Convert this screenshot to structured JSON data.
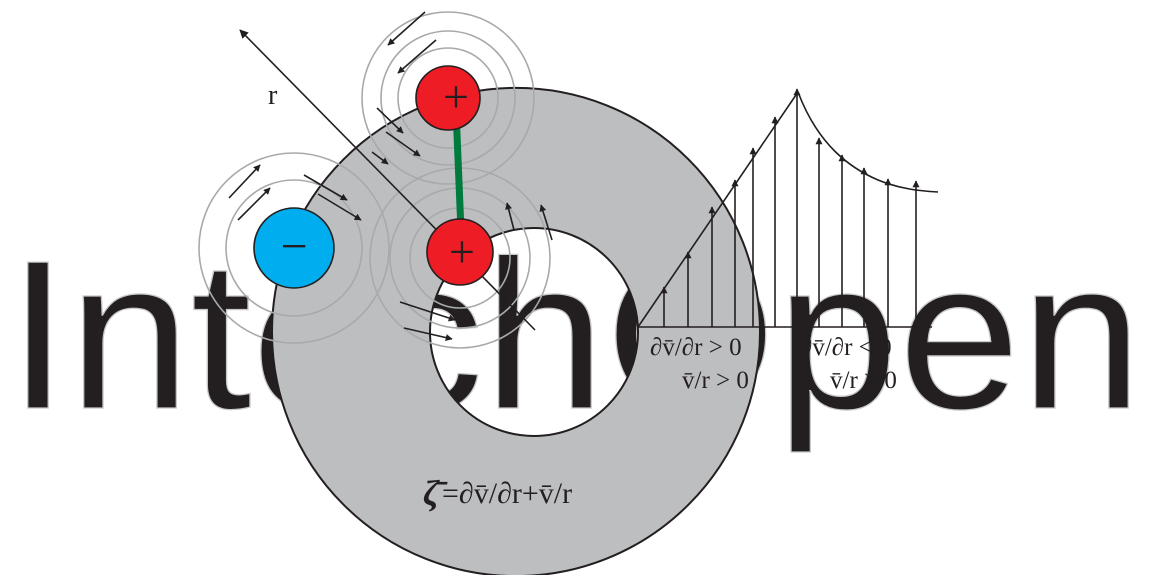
{
  "watermark": {
    "text": "IntechOpen"
  },
  "labels": {
    "radius": "r",
    "left_region_line1": "∂v̄/∂r > 0",
    "left_region_line2": "v̄/r > 0",
    "right_region_line1": "∂v̄/∂r < 0",
    "right_region_line2": "v̄/r > 0",
    "vorticity_symbol": "ζ̄",
    "vorticity_formula": "=∂v̄/∂r+v̄/r"
  },
  "charges": [
    {
      "sign": "+",
      "color": "#ee1c25"
    },
    {
      "sign": "+",
      "color": "#ee1c25"
    },
    {
      "sign": "−",
      "color": "#00aeef"
    }
  ],
  "colors": {
    "ring": "#bcbec0",
    "outline": "#231f20",
    "bond": "#007a3d",
    "circulation": "#a7a9ac"
  }
}
